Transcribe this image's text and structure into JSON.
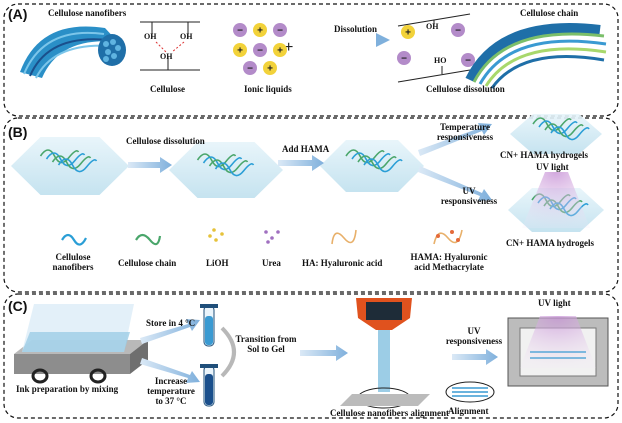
{
  "panels": {
    "a": "(A)",
    "b": "(B)",
    "c": "(C)"
  },
  "panel_a": {
    "cellulose_nanofibers": "Cellulose nanofibers",
    "cellulose": "Cellulose",
    "ionic_liquids": "Ionic liquids",
    "dissolution": "Dissolution",
    "cellulose_chain": "Cellulose chain",
    "cellulose_dissolution": "Cellulose dissolution",
    "oh": "OH",
    "ho": "HO",
    "plus": "+",
    "minus": "−"
  },
  "panel_b": {
    "cellulose_dissolution_step": "Cellulose dissolution",
    "add_hama": "Add HAMA",
    "temperature_responsiveness": "Temperature responsiveness",
    "uv_responsiveness": "UV responsiveness",
    "uv_light": "UV light",
    "hydrogel_top": "CN+ HAMA hydrogels",
    "hydrogel_bottom": "CN+ HAMA hydrogels",
    "legend": [
      "Cellulose nanofibers",
      "Cellulose chain",
      "LiOH",
      "Urea",
      "HA: Hyaluronic acid",
      "HAMA: Hyaluronic acid Methacrylate"
    ]
  },
  "panel_c": {
    "store": "Store in 4 °C",
    "increase": "Increase temperature to 37 °C",
    "transition": "Transition from Sol to Gel",
    "ink_prep": "Ink preparation by mixing",
    "alignment_label": "Cellulose nanofibers alignment",
    "uv_responsiveness": "UV responsiveness",
    "alignment": "Alignment",
    "uv_light": "UV light"
  },
  "colors": {
    "fiber": "#2a8fc7",
    "fiber_dark": "#1a4f8c",
    "hydrogel": "#cfe8f3",
    "arrow": "#9cc4e4",
    "cation": "#f2d23a",
    "anion": "#b38bc9",
    "nozzle": "#e0521e",
    "uv": "#d9a8e0"
  }
}
